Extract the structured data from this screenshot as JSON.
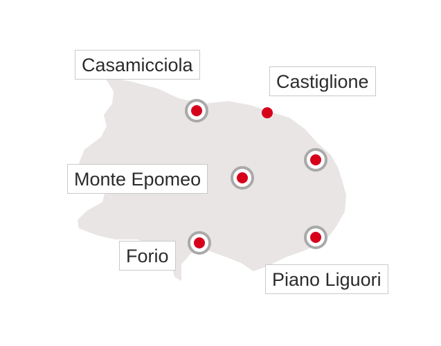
{
  "map": {
    "colors": {
      "land": "#e9e5e4",
      "marker_fill": "#d7001b",
      "marker_ring": "#a9a9a9",
      "label_border": "#c9c9c9",
      "label_text": "#2b2b2b"
    },
    "labels": {
      "casamicciola": "Casamicciola",
      "castiglione": "Castiglione",
      "monte_epomeo": "Monte Epomeo",
      "forio": "Forio",
      "piano_liguori": "Piano Liguori"
    },
    "markers": [
      {
        "name": "casamicciola",
        "ringed": true
      },
      {
        "name": "castiglione",
        "ringed": false
      },
      {
        "name": "east-coast",
        "ringed": true
      },
      {
        "name": "monte-epomeo",
        "ringed": true
      },
      {
        "name": "forio",
        "ringed": true
      },
      {
        "name": "piano-liguori",
        "ringed": true
      }
    ]
  }
}
